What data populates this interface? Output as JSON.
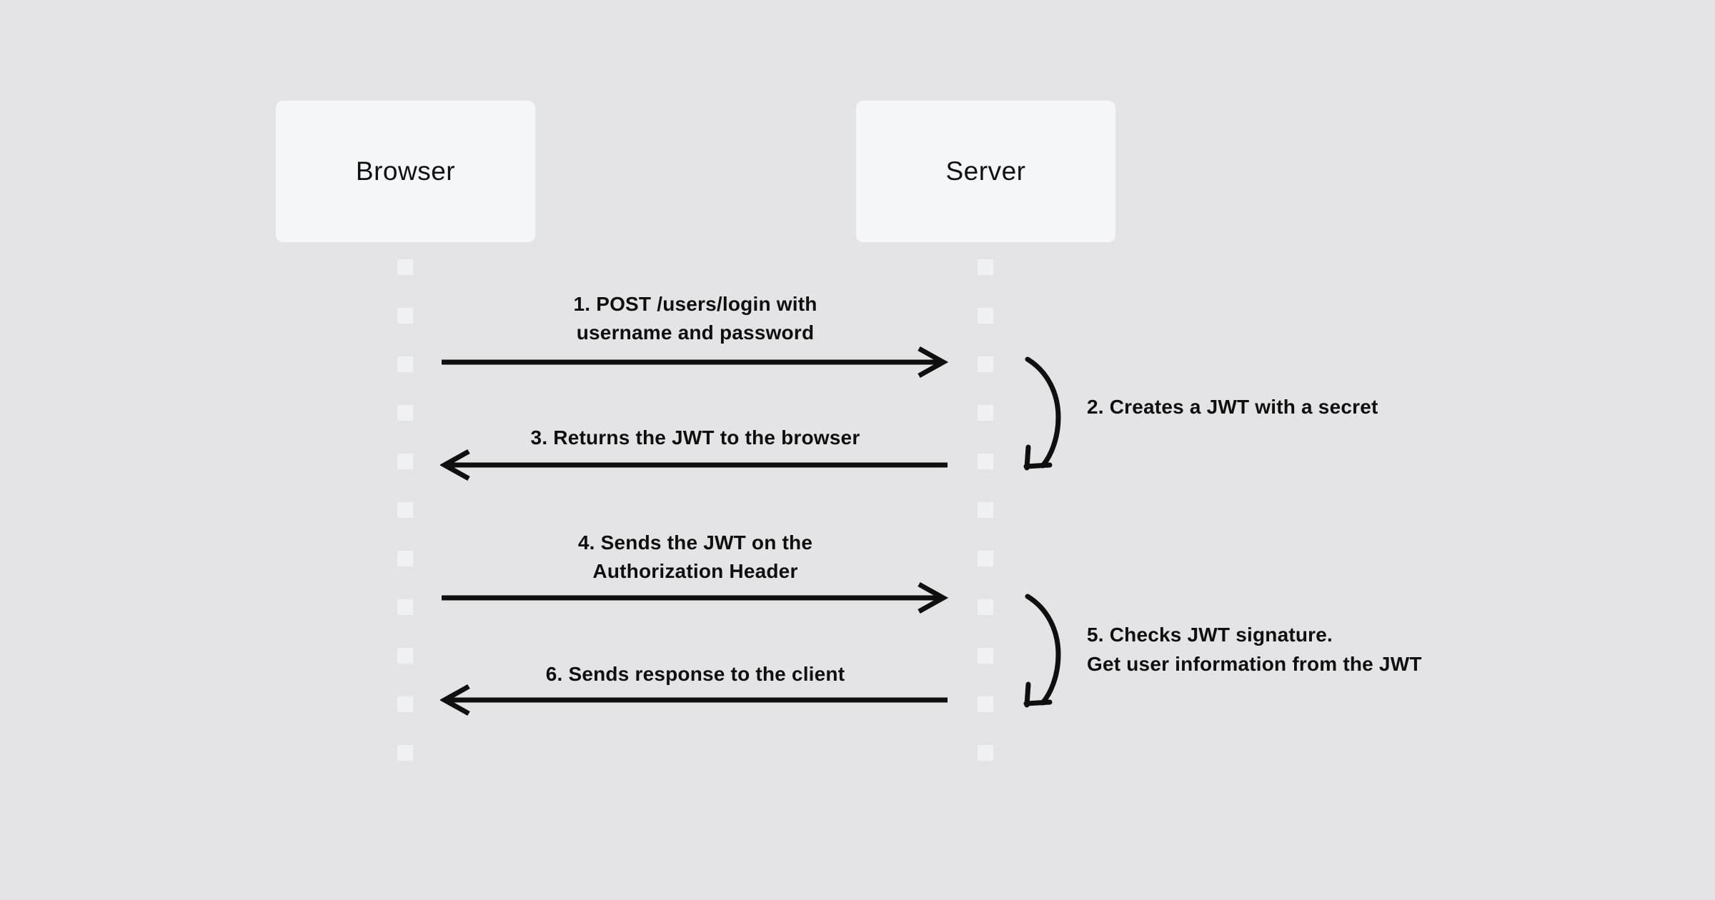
{
  "diagram_title": "JWT authentication sequence (Browser / Server)",
  "colors": {
    "background": "#e4e4e6",
    "actor_box": "#f5f6f8",
    "lifeline_dot": "#f0f1f3",
    "ink": "#0f0f0f"
  },
  "actors": {
    "browser": {
      "label": "Browser"
    },
    "server": {
      "label": "Server"
    }
  },
  "messages": {
    "m1": {
      "direction": "browser-to-server",
      "line1": "1. POST /users/login with",
      "line2": "username and password"
    },
    "m3": {
      "direction": "server-to-browser",
      "line1": "3. Returns the JWT to the browser"
    },
    "m4": {
      "direction": "browser-to-server",
      "line1": "4. Sends the JWT on the",
      "line2": "Authorization Header"
    },
    "m6": {
      "direction": "server-to-browser",
      "line1": "6. Sends response to the client"
    }
  },
  "notes": {
    "n2": {
      "attached_to": "server",
      "line1": "2. Creates a JWT with a secret"
    },
    "n5": {
      "attached_to": "server",
      "line1": "5. Checks JWT signature.",
      "line2": "Get user information from the JWT"
    }
  }
}
